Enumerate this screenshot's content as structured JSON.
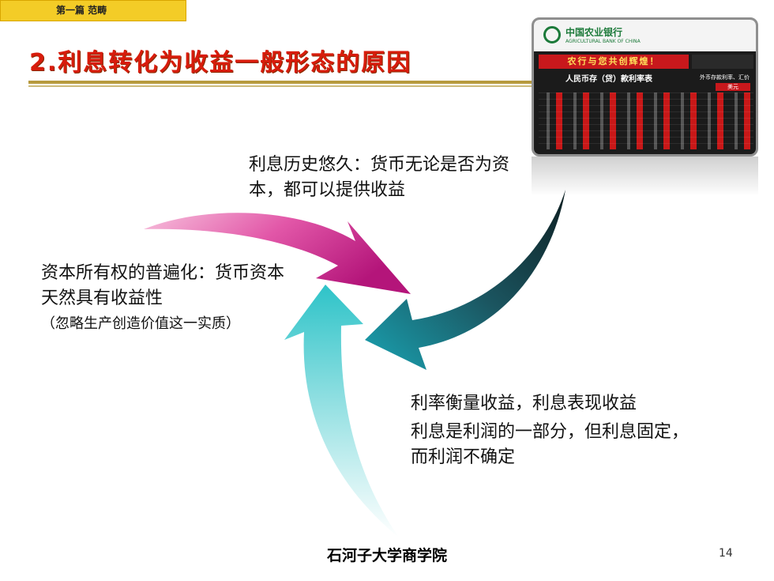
{
  "header": {
    "section_tag": "第一篇 范畴"
  },
  "slide": {
    "title": "2.利息转化为收益一般形态的原因",
    "text_top": "利息历史悠久：货币无论是否为资本，都可以提供收益",
    "text_left": "资本所有权的普遍化：货币资本天然具有收益性",
    "text_left_note": "（忽略生产创造价值这一实质）",
    "text_right_line1": "利率衡量收益，利息表现收益",
    "text_right_line2": "利息是利润的一部分，但利息固定，而利润不确定"
  },
  "board": {
    "bank_name": "中国农业银行",
    "bank_name_en": "AGRICULTURAL BANK OF CHINA",
    "slogan": "农行与您共创辉煌！",
    "table_title": "人民币存（贷）款利率表",
    "side_title": "外币存款利率、汇价",
    "currency": "美元"
  },
  "footer": {
    "school": "石河子大学商学院",
    "page_number": "14"
  },
  "colors": {
    "title": "#d81c0c",
    "arrow_magenta": "#d7358f",
    "arrow_teal": "#31c0c6",
    "arrow_dark": "#173a40"
  }
}
